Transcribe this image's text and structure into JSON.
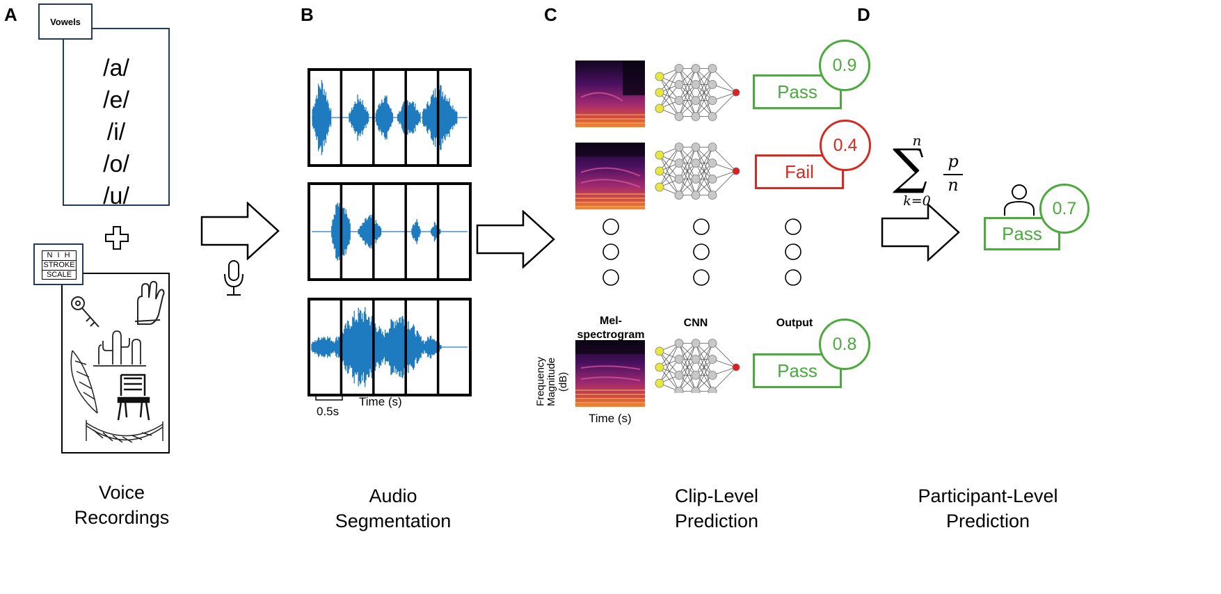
{
  "panels": {
    "a": {
      "letter": "A",
      "vowels_tab": "Vowels",
      "vowels": [
        "/a/",
        "/e/",
        "/i/",
        "/o/",
        "/u/"
      ],
      "nih_logo": [
        "N I H",
        "STROKE",
        "SCALE"
      ],
      "caption": [
        "Voice",
        "Recordings"
      ]
    },
    "b": {
      "letter": "B",
      "scale_label": "0.5s",
      "time_label": "Time (s)",
      "caption": [
        "Audio",
        "Segmentation"
      ]
    },
    "c": {
      "letter": "C",
      "mel_label": [
        "Mel-",
        "spectrogram"
      ],
      "cnn_label": "CNN",
      "output_label": "Output",
      "freq_axis": "Frequency",
      "mag_axis": [
        "Magnitude",
        "(dB)"
      ],
      "spec_time_label": "Time (s)",
      "caption": [
        "Clip-Level",
        "Prediction"
      ],
      "outputs": [
        {
          "label": "Pass",
          "score": "0.9",
          "color": "#4aaa3c"
        },
        {
          "label": "Fail",
          "score": "0.4",
          "color": "#d42a20"
        },
        {
          "label": "Pass",
          "score": "0.8",
          "color": "#4aaa3c"
        }
      ]
    },
    "d": {
      "letter": "D",
      "formula": {
        "top": "n",
        "bottom": "k=0",
        "numer": "p",
        "denom": "n"
      },
      "result": {
        "label": "Pass",
        "score": "0.7",
        "color": "#4aaa3c"
      },
      "caption": [
        "Participant-Level",
        "Prediction"
      ]
    }
  },
  "colors": {
    "waveform": "#1f7bbf",
    "pass": "#4aaa3c",
    "fail": "#d42a20",
    "nn_node": "#c8c8c8",
    "nn_input": "#e8e83a",
    "nn_output": "#e02020",
    "box_border": "#1f3a5a"
  }
}
